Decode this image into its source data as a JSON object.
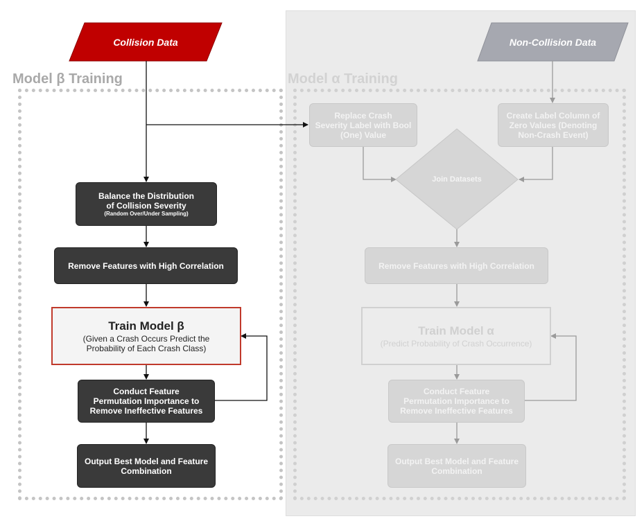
{
  "inputs": {
    "collision": "Collision Data",
    "non_collision": "Non-Collision Data"
  },
  "sections": {
    "beta_title": "Model β Training",
    "alpha_title": "Model α Training"
  },
  "beta": {
    "balance_line1": "Balance the Distribution",
    "balance_line2": "of Collision Severity",
    "balance_sub": "(Random Over/Under Sampling)",
    "remove": "Remove Features with High Correlation",
    "train_title": "Train Model β",
    "train_sub_line1": "(Given a Crash Occurs Predict the",
    "train_sub_line2": "Probability of Each Crash Class)",
    "permute_line1": "Conduct Feature",
    "permute_line2": "Permutation Importance to",
    "permute_line3": "Remove Ineffective Features",
    "output_line1": "Output Best Model and Feature",
    "output_line2": "Combination"
  },
  "alpha": {
    "replace_line1": "Replace Crash",
    "replace_line2": "Severity Label with Bool",
    "replace_line3": "(One) Value",
    "create_line1": "Create Label Column of",
    "create_line2": "Zero Values (Denoting",
    "create_line3": "Non-Crash Event)",
    "join": "Join Datasets",
    "remove": "Remove Features with High Correlation",
    "train_title": "Train Model α",
    "train_sub": "(Predict Probability of Crash Occurrence)",
    "permute_line1": "Conduct Feature",
    "permute_line2": "Permutation Importance to",
    "permute_line3": "Remove Ineffective Features",
    "output_line1": "Output Best Model and Feature",
    "output_line2": "Combination"
  },
  "colors": {
    "collision_fill": "#c00000",
    "non_collision_fill": "#a6a8b0",
    "dark_box": "#3a3a3a",
    "faded_box": "#d6d6d6",
    "highlight_border": "#c0392b",
    "panel_bg": "#ebebeb"
  }
}
